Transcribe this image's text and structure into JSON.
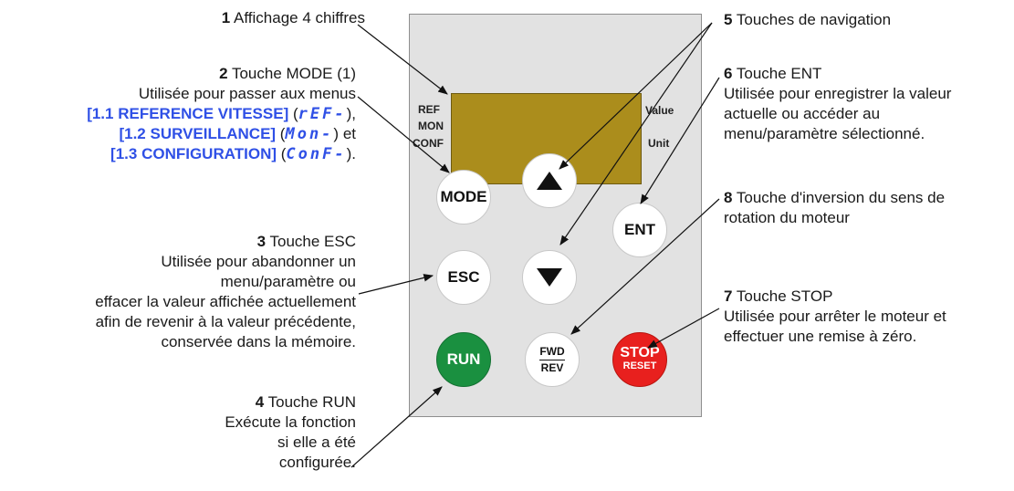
{
  "annotations": {
    "a1": {
      "num": "1",
      "title": "Affichage 4 chiffres"
    },
    "a2": {
      "num": "2",
      "title": "Touche MODE (1)",
      "desc": "Utilisée pour passer aux menus",
      "menus": [
        {
          "label": "[1.1 REFERENCE VITESSE]",
          "code": "rEF-",
          "suffix": ","
        },
        {
          "label": "[1.2 SURVEILLANCE]",
          "code": "Mon-",
          "suffix": " et"
        },
        {
          "label": "[1.3 CONFIGURATION]",
          "code": "ConF-",
          "suffix": "."
        }
      ]
    },
    "a3": {
      "num": "3",
      "title": "Touche ESC",
      "lines": [
        "Utilisée pour abandonner un",
        "menu/paramètre ou",
        "effacer la valeur affichée actuellement",
        "afin de revenir à la valeur précédente,",
        "conservée dans la mémoire."
      ]
    },
    "a4": {
      "num": "4",
      "title": "Touche RUN",
      "lines": [
        "Exécute la fonction",
        "si elle a été",
        "configurée."
      ]
    },
    "a5": {
      "num": "5",
      "title": "Touches de navigation"
    },
    "a6": {
      "num": "6",
      "title": "Touche ENT",
      "lines": [
        "Utilisée pour enregistrer la valeur",
        "actuelle ou accéder au",
        "menu/paramètre sélectionné."
      ]
    },
    "a8": {
      "num": "8",
      "title": "Touche d'inversion du sens de",
      "lines": [
        "rotation du moteur"
      ]
    },
    "a7": {
      "num": "7",
      "title": "Touche STOP",
      "lines": [
        "Utilisée pour arrêter le moteur et",
        "effectuer une remise à zéro."
      ]
    }
  },
  "panel": {
    "left_labels": [
      "REF",
      "MON",
      "CONF"
    ],
    "right_labels": [
      "Value",
      "Unit"
    ],
    "buttons": {
      "mode": "MODE",
      "esc": "ESC",
      "ent": "ENT",
      "run": "RUN",
      "fwd": "FWD",
      "rev": "REV",
      "stop": "STOP",
      "reset": "RESET"
    }
  },
  "colors": {
    "display": "#ab8d1c",
    "run_button": "#1a9040",
    "stop_button": "#e8201e",
    "menu_blue": "#2f50e6",
    "panel": "#e2e2e2"
  },
  "icons": [
    "arrow-up-icon",
    "arrow-down-icon"
  ]
}
